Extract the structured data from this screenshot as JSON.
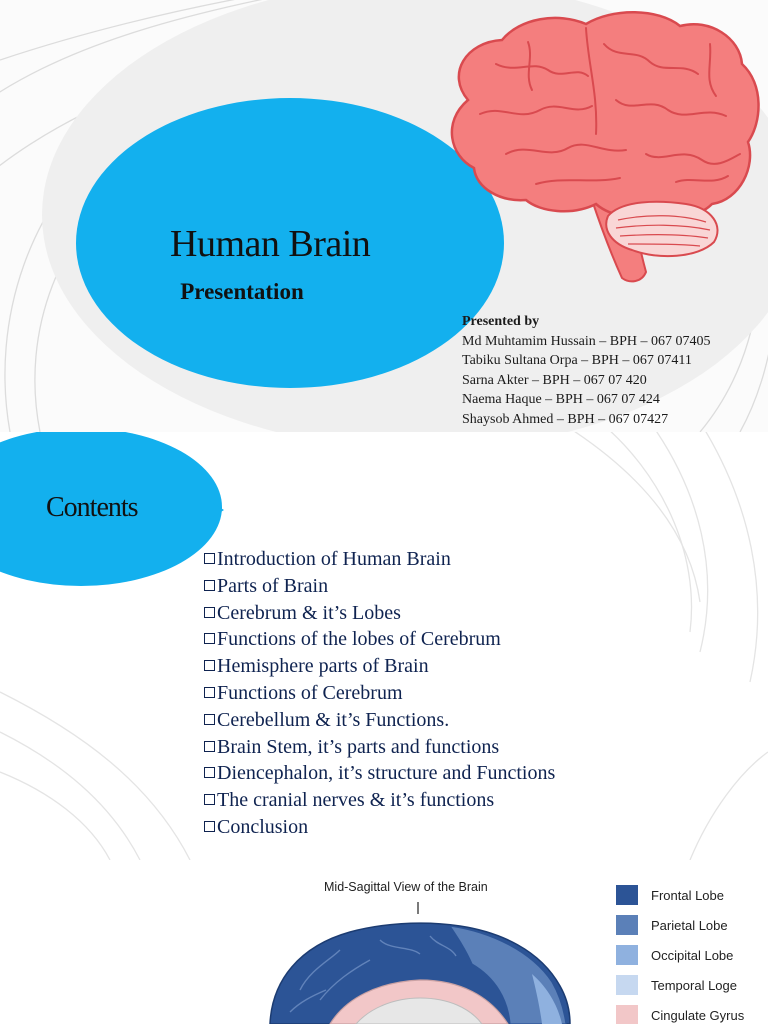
{
  "slide1": {
    "title": "Human Brain",
    "subtitle": "Presentation",
    "presented_by": "Presented by",
    "presenters": [
      "Md Muhtamim Hussain – BPH – 067 07405",
      "Tabiku Sultana Orpa – BPH – 067 07411",
      "Sarna Akter – BPH – 067 07 420",
      "Naema Haque – BPH – 067 07 424",
      "Shaysob Ahmed – BPH – 067 07427"
    ],
    "colors": {
      "blob": "#13b0ee",
      "brain": "#f47e7e",
      "brain_outline": "#d94a4f"
    },
    "icon": "brain-illustration"
  },
  "slide2": {
    "title": "Contents",
    "items": [
      "Introduction of Human Brain",
      "Parts of Brain",
      "Cerebrum & it’s Lobes",
      "Functions of the lobes of Cerebrum",
      "Hemisphere parts of Brain",
      "Functions of Cerebrum",
      "Cerebellum & it’s Functions.",
      "Brain Stem, it’s parts and functions",
      "Diencephalon, it’s structure and Functions",
      "The cranial nerves & it’s functions",
      "Conclusion"
    ],
    "bullet_icon": "checkbox-icon",
    "colors": {
      "text": "#0f2350",
      "blob": "#13b0ee"
    }
  },
  "slide3": {
    "diagram_title": "Mid-Sagittal View of the Brain",
    "legend": [
      {
        "label": "Frontal Lobe",
        "color": "#2c5496"
      },
      {
        "label": "Parietal Lobe",
        "color": "#5b80b8"
      },
      {
        "label": "Occipital Lobe",
        "color": "#8fb1df"
      },
      {
        "label": "Temporal Loge",
        "color": "#c6d8f0"
      },
      {
        "label": "Cingulate Gyrus",
        "color": "#f2c7c8"
      }
    ]
  }
}
